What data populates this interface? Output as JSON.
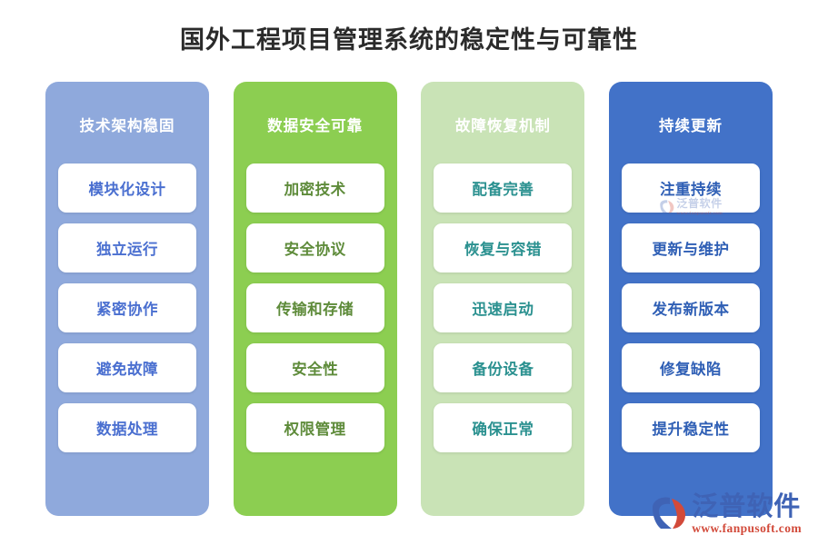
{
  "page": {
    "title": "国外工程项目管理系统的稳定性与可靠性",
    "background_color": "#ffffff"
  },
  "columns": [
    {
      "id": "tech-architecture",
      "header": "技术架构稳固",
      "background_color": "#8fa9dc",
      "header_color": "#ffffff",
      "item_text_color": "#4a6fd0",
      "items": [
        {
          "label": "模块化设计"
        },
        {
          "label": "独立运行"
        },
        {
          "label": "紧密协作"
        },
        {
          "label": "避免故障"
        },
        {
          "label": "数据处理"
        }
      ]
    },
    {
      "id": "data-security",
      "header": "数据安全可靠",
      "background_color": "#8cce51",
      "header_color": "#ffffff",
      "item_text_color": "#5e8b3a",
      "items": [
        {
          "label": "加密技术"
        },
        {
          "label": "安全协议"
        },
        {
          "label": "传输和存储"
        },
        {
          "label": "安全性"
        },
        {
          "label": "权限管理"
        }
      ]
    },
    {
      "id": "failure-recovery",
      "header": "故障恢复机制",
      "background_color": "#c9e3b6",
      "header_color": "#ffffff",
      "item_text_color": "#2b9190",
      "items": [
        {
          "label": "配备完善"
        },
        {
          "label": "恢复与容错"
        },
        {
          "label": "迅速启动"
        },
        {
          "label": "备份设备"
        },
        {
          "label": "确保正常"
        }
      ]
    },
    {
      "id": "continuous-update",
      "header": "持续更新",
      "background_color": "#4272c8",
      "header_color": "#ffffff",
      "item_text_color": "#2f5fb5",
      "items": [
        {
          "label": "注重持续"
        },
        {
          "label": "更新与维护"
        },
        {
          "label": "发布新版本"
        },
        {
          "label": "修复缺陷"
        },
        {
          "label": "提升稳定性"
        }
      ]
    }
  ],
  "watermark": {
    "brand": "泛普软件",
    "url": "www.fanpusoft.com",
    "brand_color": "#3f63b5",
    "url_color": "#d24a3a",
    "logo_icon": "fanpu-logo-icon"
  }
}
